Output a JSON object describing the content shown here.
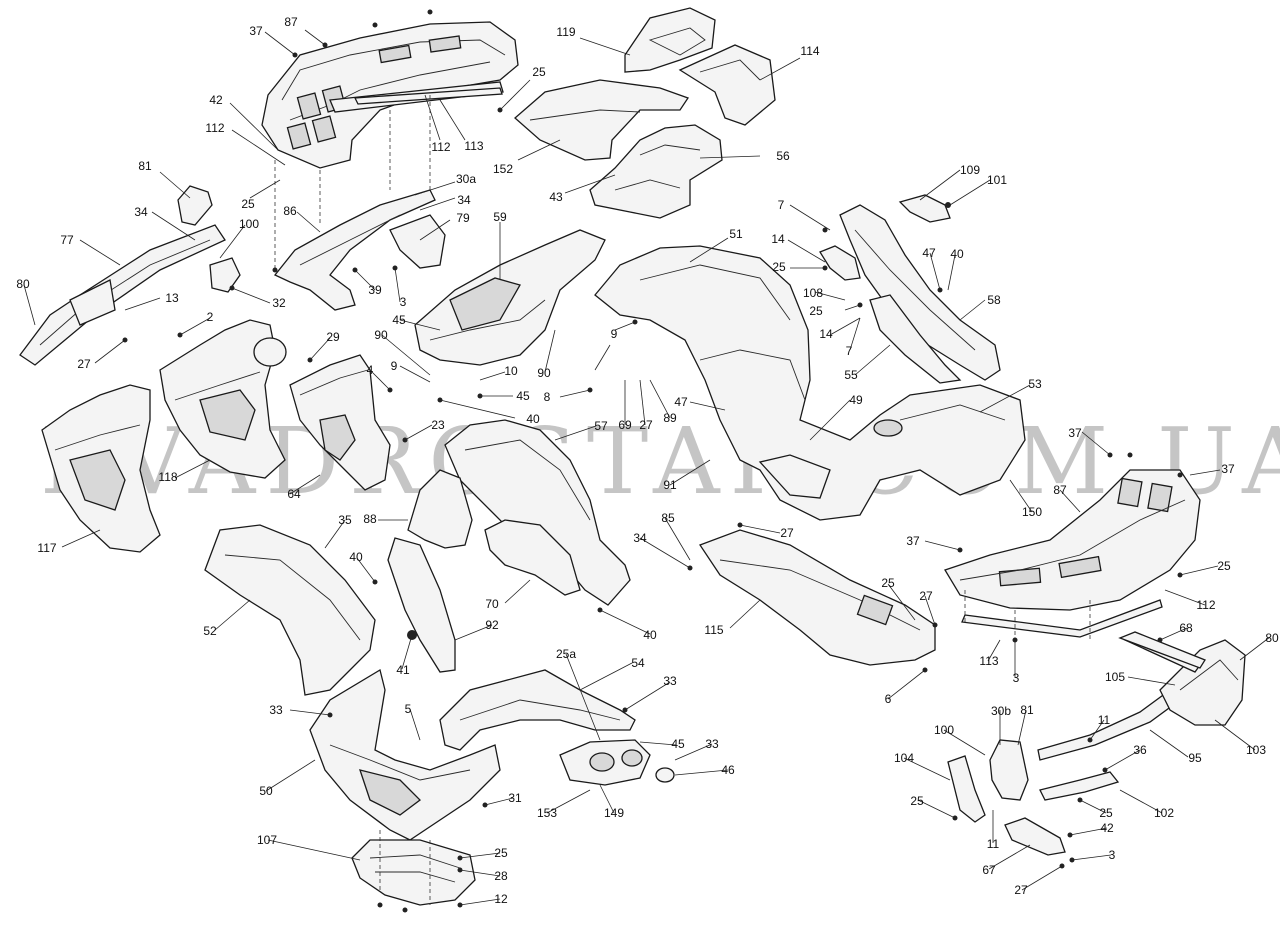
{
  "watermark": "KVADROSTAR.COM.UA",
  "callouts": [
    {
      "id": "c-37a",
      "text": "37"
    },
    {
      "id": "c-87a",
      "text": "87"
    },
    {
      "id": "c-42a",
      "text": "42"
    },
    {
      "id": "c-112a",
      "text": "112"
    },
    {
      "id": "c-25a",
      "text": "25"
    },
    {
      "id": "c-112b",
      "text": "112"
    },
    {
      "id": "c-113a",
      "text": "113"
    },
    {
      "id": "c-119",
      "text": "119"
    },
    {
      "id": "c-114",
      "text": "114"
    },
    {
      "id": "c-152",
      "text": "152"
    },
    {
      "id": "c-56",
      "text": "56"
    },
    {
      "id": "c-43",
      "text": "43"
    },
    {
      "id": "c-81a",
      "text": "81"
    },
    {
      "id": "c-25b",
      "text": "25"
    },
    {
      "id": "c-30a",
      "text": "30a"
    },
    {
      "id": "c-34a",
      "text": "34"
    },
    {
      "id": "c-86",
      "text": "86"
    },
    {
      "id": "c-79",
      "text": "79"
    },
    {
      "id": "c-34b",
      "text": "34"
    },
    {
      "id": "c-100a",
      "text": "100"
    },
    {
      "id": "c-77",
      "text": "77"
    },
    {
      "id": "c-59",
      "text": "59"
    },
    {
      "id": "c-51",
      "text": "51"
    },
    {
      "id": "c-7a",
      "text": "7"
    },
    {
      "id": "c-109",
      "text": "109"
    },
    {
      "id": "c-101",
      "text": "101"
    },
    {
      "id": "c-14a",
      "text": "14"
    },
    {
      "id": "c-47a",
      "text": "47"
    },
    {
      "id": "c-40a",
      "text": "40"
    },
    {
      "id": "c-25c",
      "text": "25"
    },
    {
      "id": "c-80a",
      "text": "80"
    },
    {
      "id": "c-13",
      "text": "13"
    },
    {
      "id": "c-39",
      "text": "39"
    },
    {
      "id": "c-32",
      "text": "32"
    },
    {
      "id": "c-3a",
      "text": "3"
    },
    {
      "id": "c-108",
      "text": "108"
    },
    {
      "id": "c-58",
      "text": "58"
    },
    {
      "id": "c-25d",
      "text": "25"
    },
    {
      "id": "c-2",
      "text": "2"
    },
    {
      "id": "c-29",
      "text": "29"
    },
    {
      "id": "c-90a",
      "text": "90"
    },
    {
      "id": "c-45a",
      "text": "45"
    },
    {
      "id": "c-14b",
      "text": "14"
    },
    {
      "id": "c-9a",
      "text": "9"
    },
    {
      "id": "c-27a",
      "text": "27"
    },
    {
      "id": "c-7b",
      "text": "7"
    },
    {
      "id": "c-90b",
      "text": "90"
    },
    {
      "id": "c-9b",
      "text": "9"
    },
    {
      "id": "c-4",
      "text": "4"
    },
    {
      "id": "c-10",
      "text": "10"
    },
    {
      "id": "c-55",
      "text": "55"
    },
    {
      "id": "c-53",
      "text": "53"
    },
    {
      "id": "c-45b",
      "text": "45"
    },
    {
      "id": "c-8",
      "text": "8"
    },
    {
      "id": "c-47b",
      "text": "47"
    },
    {
      "id": "c-40b",
      "text": "40"
    },
    {
      "id": "c-69",
      "text": "69"
    },
    {
      "id": "c-27b",
      "text": "27"
    },
    {
      "id": "c-89",
      "text": "89"
    },
    {
      "id": "c-49",
      "text": "49"
    },
    {
      "id": "c-23",
      "text": "23"
    },
    {
      "id": "c-57",
      "text": "57"
    },
    {
      "id": "c-37b",
      "text": "37"
    },
    {
      "id": "c-37c",
      "text": "37"
    },
    {
      "id": "c-118",
      "text": "118"
    },
    {
      "id": "c-64",
      "text": "64"
    },
    {
      "id": "c-91",
      "text": "91"
    },
    {
      "id": "c-150",
      "text": "150"
    },
    {
      "id": "c-87b",
      "text": "87"
    },
    {
      "id": "c-88",
      "text": "88"
    },
    {
      "id": "c-35",
      "text": "35"
    },
    {
      "id": "c-85",
      "text": "85"
    },
    {
      "id": "c-27c",
      "text": "27"
    },
    {
      "id": "c-117",
      "text": "117"
    },
    {
      "id": "c-37d",
      "text": "37"
    },
    {
      "id": "c-34c",
      "text": "34"
    },
    {
      "id": "c-40c",
      "text": "40"
    },
    {
      "id": "c-25e",
      "text": "25"
    },
    {
      "id": "c-70",
      "text": "70"
    },
    {
      "id": "c-52",
      "text": "52"
    },
    {
      "id": "c-25f",
      "text": "25"
    },
    {
      "id": "c-27d",
      "text": "27"
    },
    {
      "id": "c-112c",
      "text": "112"
    },
    {
      "id": "c-40d",
      "text": "40"
    },
    {
      "id": "c-92",
      "text": "92"
    },
    {
      "id": "c-115",
      "text": "115"
    },
    {
      "id": "c-68",
      "text": "68"
    },
    {
      "id": "c-80b",
      "text": "80"
    },
    {
      "id": "c-25a2",
      "text": "25a"
    },
    {
      "id": "c-54",
      "text": "54"
    },
    {
      "id": "c-41",
      "text": "41"
    },
    {
      "id": "c-113b",
      "text": "113"
    },
    {
      "id": "c-3b",
      "text": "3"
    },
    {
      "id": "c-33a",
      "text": "33"
    },
    {
      "id": "c-105",
      "text": "105"
    },
    {
      "id": "c-6",
      "text": "6"
    },
    {
      "id": "c-33b",
      "text": "33"
    },
    {
      "id": "c-5",
      "text": "5"
    },
    {
      "id": "c-30b",
      "text": "30b"
    },
    {
      "id": "c-81b",
      "text": "81"
    },
    {
      "id": "c-45c",
      "text": "45"
    },
    {
      "id": "c-100b",
      "text": "100"
    },
    {
      "id": "c-11a",
      "text": "11"
    },
    {
      "id": "c-33c",
      "text": "33"
    },
    {
      "id": "c-103",
      "text": "103"
    },
    {
      "id": "c-104",
      "text": "104"
    },
    {
      "id": "c-36",
      "text": "36"
    },
    {
      "id": "c-46",
      "text": "46"
    },
    {
      "id": "c-95",
      "text": "95"
    },
    {
      "id": "c-50",
      "text": "50"
    },
    {
      "id": "c-31",
      "text": "31"
    },
    {
      "id": "c-153",
      "text": "153"
    },
    {
      "id": "c-149",
      "text": "149"
    },
    {
      "id": "c-25g",
      "text": "25"
    },
    {
      "id": "c-25h",
      "text": "25"
    },
    {
      "id": "c-102",
      "text": "102"
    },
    {
      "id": "c-107",
      "text": "107"
    },
    {
      "id": "c-42b",
      "text": "42"
    },
    {
      "id": "c-11b",
      "text": "11"
    },
    {
      "id": "c-25i",
      "text": "25"
    },
    {
      "id": "c-3c",
      "text": "3"
    },
    {
      "id": "c-28",
      "text": "28"
    },
    {
      "id": "c-67",
      "text": "67"
    },
    {
      "id": "c-27e",
      "text": "27"
    },
    {
      "id": "c-12",
      "text": "12"
    }
  ]
}
